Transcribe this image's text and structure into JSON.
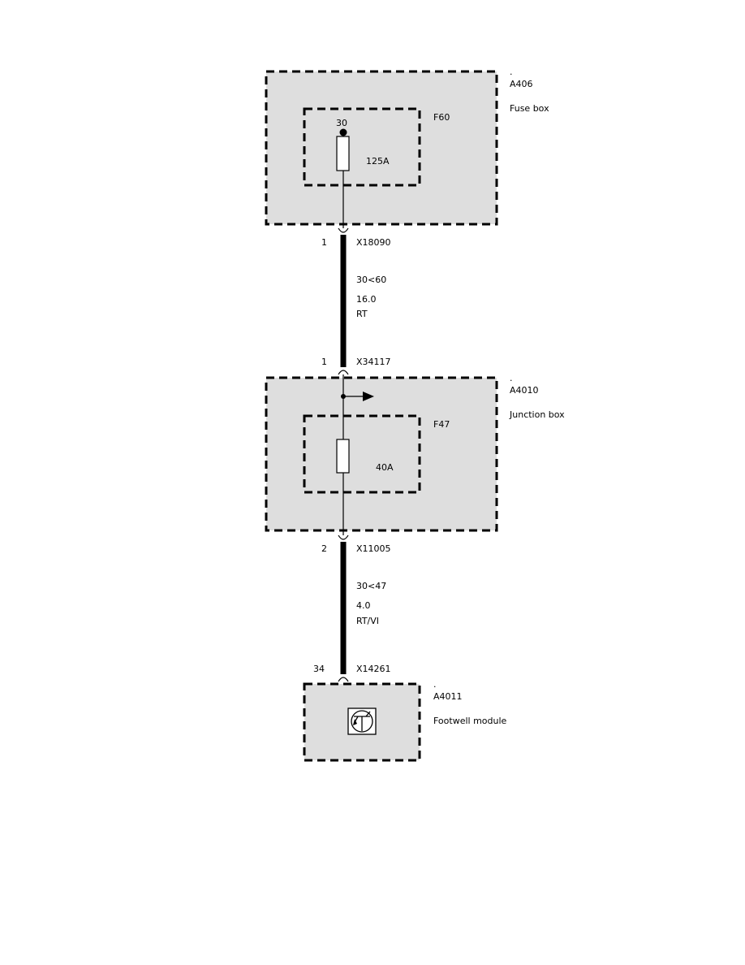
{
  "components": {
    "fuse_box": {
      "dot": ".",
      "id": "A406",
      "name": "Fuse box",
      "fuse_id": "F60",
      "terminal": "30",
      "fuse_rating": "125A"
    },
    "junction_box": {
      "dot": ".",
      "id": "A4010",
      "name": "Junction box",
      "fuse_id": "F47",
      "fuse_rating": "40A"
    },
    "footwell_module": {
      "dot": ".",
      "id": "A4011",
      "name": "Footwell module",
      "icon": "transistor-icon"
    }
  },
  "wires": [
    {
      "from_pin": "1",
      "from_connector": "X18090",
      "circuit": "30<60",
      "size": "16.0",
      "color": "RT",
      "to_pin": "1",
      "to_connector": "X34117"
    },
    {
      "from_pin": "2",
      "from_connector": "X11005",
      "circuit": "30<47",
      "size": "4.0",
      "color": "RT/VI",
      "to_pin": "34",
      "to_connector": "X14261"
    }
  ]
}
